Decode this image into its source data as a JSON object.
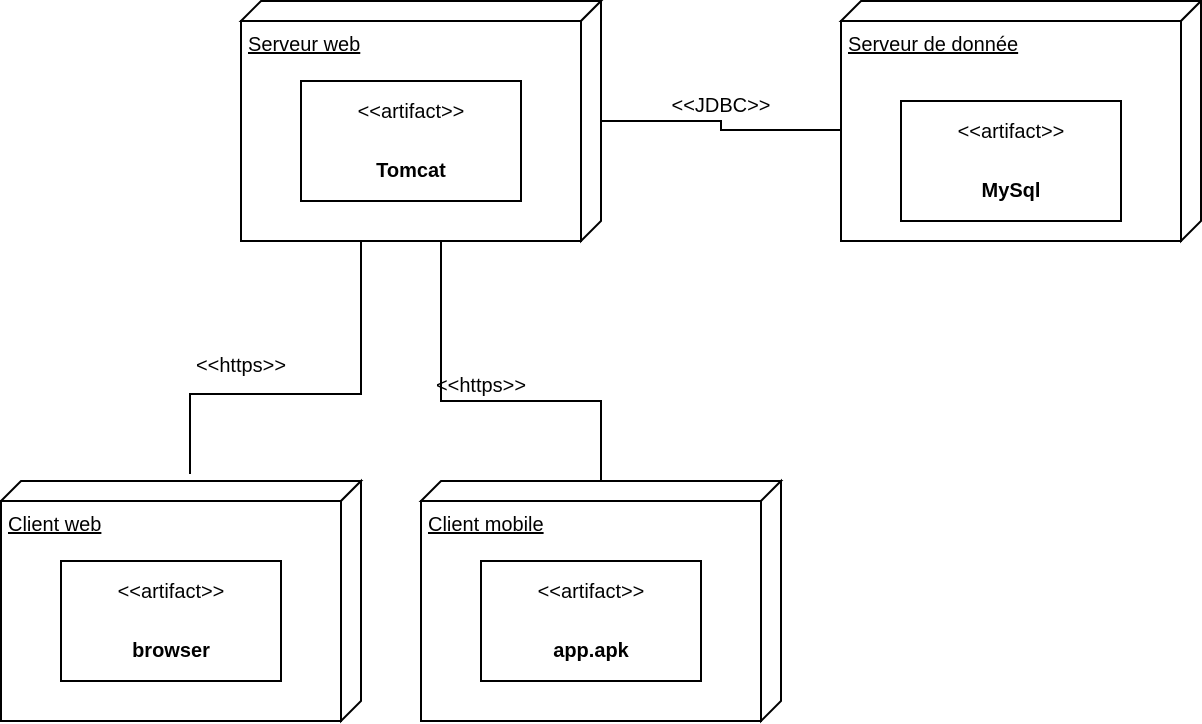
{
  "diagram": {
    "stroke_color": "#000000",
    "background": "#ffffff",
    "nodes": {
      "serveur_web": {
        "title": "Serveur web",
        "artifact": {
          "stereotype": "<<artifact>>",
          "name": "Tomcat"
        }
      },
      "serveur_donnee": {
        "title": "Serveur de donnée",
        "artifact": {
          "stereotype": "<<artifact>>",
          "name": "MySql"
        }
      },
      "client_web": {
        "title": "Client web",
        "artifact": {
          "stereotype": "<<artifact>>",
          "name": "browser"
        }
      },
      "client_mobile": {
        "title": "Client mobile",
        "artifact": {
          "stereotype": "<<artifact>>",
          "name": "app.apk"
        }
      }
    },
    "connections": {
      "jdbc": {
        "label": "<<JDBC>>",
        "from": "Serveur web",
        "to": "Serveur de donnée"
      },
      "https_web": {
        "label": "<<https>>",
        "from": "Serveur web",
        "to": "Client web"
      },
      "https_mobile": {
        "label": "<<https>>",
        "from": "Serveur web",
        "to": "Client mobile"
      }
    }
  }
}
